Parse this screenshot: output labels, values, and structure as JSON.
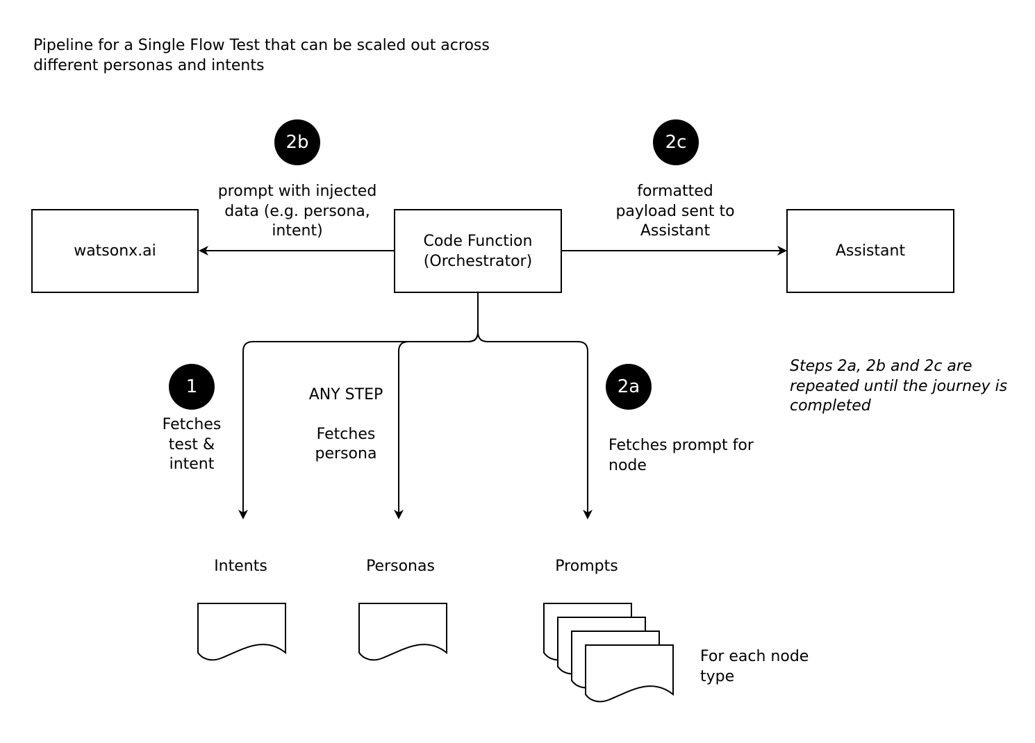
{
  "title": {
    "lines": [
      "Pipeline for a Single Flow Test that can be scaled out across",
      "different personas and intents"
    ]
  },
  "nodes": {
    "watsonx": {
      "label": "watsonx.ai"
    },
    "orchestrator": {
      "lines": [
        "Code Function",
        "(Orchestrator)"
      ]
    },
    "assistant": {
      "label": "Assistant"
    }
  },
  "steps": {
    "step_1": {
      "badge": "1",
      "lines": [
        "Fetches",
        "test &",
        "intent"
      ]
    },
    "step_2a": {
      "badge": "2a",
      "lines": [
        "Fetches prompt for",
        "node"
      ]
    },
    "step_2b": {
      "badge": "2b",
      "lines": [
        "prompt with injected",
        "data (e.g. persona,",
        "intent)"
      ]
    },
    "step_2c": {
      "badge": "2c",
      "lines": [
        "formatted",
        "payload sent to",
        "Assistant"
      ]
    },
    "any_step": {
      "heading": "ANY STEP",
      "lines": [
        "Fetches",
        "persona"
      ]
    }
  },
  "stores": {
    "intents": {
      "label": "Intents"
    },
    "personas": {
      "label": "Personas"
    },
    "prompts": {
      "label": "Prompts",
      "note_lines": [
        "For each node",
        "type"
      ]
    }
  },
  "repeat_note": {
    "lines": [
      "Steps 2a, 2b and 2c are",
      "repeated until the journey is",
      "completed"
    ]
  },
  "colors": {
    "stroke": "#000000",
    "background": "#ffffff",
    "badge_fill": "#000000",
    "badge_text": "#ffffff"
  }
}
